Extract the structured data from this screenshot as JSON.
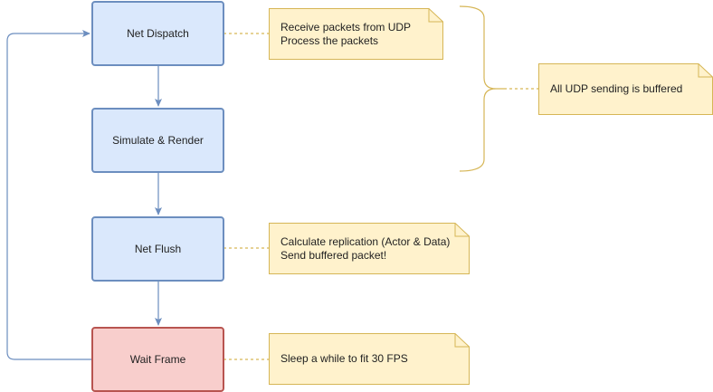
{
  "colors": {
    "process_fill": "#dae8fc",
    "process_stroke": "#6c8ebf",
    "wait_fill": "#f8cecc",
    "wait_stroke": "#b85450",
    "note_fill": "#fff2cc",
    "note_stroke": "#d6b656"
  },
  "nodes": [
    {
      "id": "net-dispatch",
      "label": "Net Dispatch"
    },
    {
      "id": "simulate-render",
      "label": "Simulate & Render"
    },
    {
      "id": "net-flush",
      "label": "Net Flush"
    },
    {
      "id": "wait-frame",
      "label": "Wait Frame"
    }
  ],
  "notes": {
    "dispatch": [
      "Receive packets from UDP",
      "Process the packets"
    ],
    "buffered": [
      "All UDP sending is buffered"
    ],
    "flush": [
      "Calculate replication (Actor & Data)",
      "Send buffered packet!"
    ],
    "wait": [
      "Sleep a while to fit 30 FPS"
    ]
  }
}
